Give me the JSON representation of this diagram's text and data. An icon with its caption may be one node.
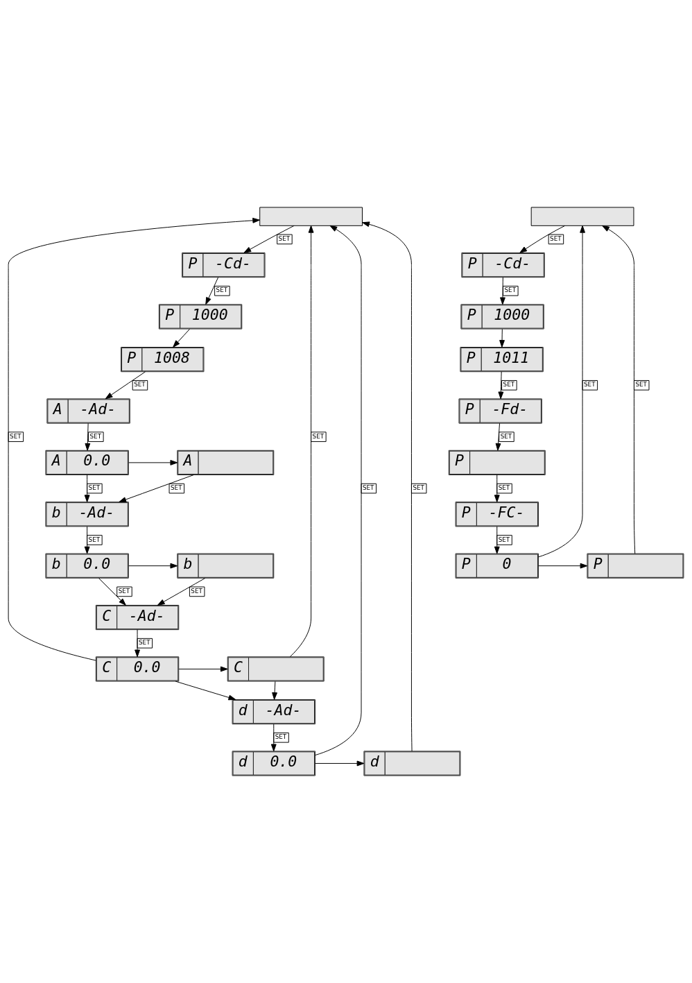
{
  "diagram": {
    "nodes": [
      {
        "text": [],
        "shape": "box"
      },
      {
        "text": [
          "P",
          "-Cd-"
        ]
      },
      {
        "text": [
          "P",
          "1000"
        ]
      },
      {
        "text": [
          "P",
          "1008"
        ]
      },
      {
        "text": [
          "A",
          "-Ad-"
        ]
      },
      {
        "text": [
          "A",
          "0.0"
        ]
      },
      {
        "text": [
          "A"
        ]
      },
      {
        "text": [
          "b",
          "-Ad-"
        ]
      },
      {
        "text": [
          "b",
          "0.0"
        ]
      },
      {
        "text": [
          "b"
        ]
      },
      {
        "text": [
          "C",
          "-Ad-"
        ]
      },
      {
        "text": [
          "C",
          "0.0"
        ]
      },
      {
        "text": [
          "C"
        ]
      },
      {
        "text": [
          "d"
        ]
      },
      {
        "text": [
          "d",
          "0.0"
        ]
      },
      {
        "text": [
          "d",
          "-Ad-"
        ]
      },
      {
        "text": [],
        "shape": "box"
      },
      {
        "text": [
          "P",
          "-Cd-"
        ]
      },
      {
        "text": [
          "P",
          "1000"
        ]
      },
      {
        "text": [
          "P",
          "1011"
        ]
      },
      {
        "text": [
          "P",
          "-Fd-"
        ]
      },
      {
        "text": [
          "P"
        ]
      },
      {
        "text": [
          "P",
          "-FC-"
        ]
      },
      {
        "text": [
          "P",
          "0"
        ]
      },
      {
        "text": [
          "P"
        ]
      }
    ],
    "edges": [
      {
        "from": 0,
        "to": 1,
        "arrow": "to",
        "label": "SET"
      },
      {
        "from": 1,
        "to": 2,
        "arrow": "to",
        "label": "SET"
      },
      {
        "from": 2,
        "to": 3,
        "arrow": "to"
      },
      {
        "from": 3,
        "to": 4,
        "arrow": "to",
        "label": "SET"
      },
      {
        "from": 4,
        "to": 5,
        "arrow": "to",
        "label": "SET"
      },
      {
        "from": 5,
        "to": 6,
        "arrow": "to"
      },
      {
        "from": 6,
        "to": 7,
        "arrow": "to",
        "label": "SET"
      },
      {
        "from": 5,
        "to": 7,
        "arrow": "to",
        "label": "SET"
      },
      {
        "from": 7,
        "to": 8,
        "arrow": "to",
        "label": "SET"
      },
      {
        "from": 8,
        "to": 9,
        "arrow": "to"
      },
      {
        "from": 9,
        "to": 10,
        "arrow": "to",
        "label": "SET"
      },
      {
        "from": 8,
        "to": 10,
        "arrow": "to",
        "label": "SET"
      },
      {
        "from": 10,
        "to": 11,
        "arrow": "to",
        "label": "SET"
      },
      {
        "from": 11,
        "to": 12,
        "arrow": "to"
      },
      {
        "from": 12,
        "to": 0,
        "arrow": "to",
        "label": "SET"
      },
      {
        "from": 11,
        "to": 0,
        "arrow": "to",
        "label": "SET"
      },
      {
        "from": 12,
        "to": 15,
        "arrow": "to"
      },
      {
        "from": 11,
        "to": 15,
        "arrow": "to"
      },
      {
        "from": 15,
        "to": 14,
        "arrow": "to",
        "label": "SET"
      },
      {
        "from": 14,
        "to": 13,
        "arrow": "to"
      },
      {
        "from": 13,
        "to": 0,
        "arrow": "to",
        "label": "SET"
      },
      {
        "from": 14,
        "to": 0,
        "arrow": "to",
        "label": "SET"
      },
      {
        "from": 16,
        "to": 17,
        "arrow": "to",
        "label": "SET"
      },
      {
        "from": 17,
        "to": 18,
        "arrow": "to",
        "label": "SET"
      },
      {
        "from": 18,
        "to": 19,
        "arrow": "to"
      },
      {
        "from": 19,
        "to": 20,
        "arrow": "to",
        "label": "SET"
      },
      {
        "from": 20,
        "to": 21,
        "arrow": "to",
        "label": "SET"
      },
      {
        "from": 21,
        "to": 22,
        "arrow": "to",
        "label": "SET"
      },
      {
        "from": 22,
        "to": 23,
        "arrow": "to",
        "label": "SET"
      },
      {
        "from": 23,
        "to": 24,
        "arrow": "to"
      },
      {
        "from": 24,
        "to": 16,
        "arrow": "to",
        "label": "SET"
      },
      {
        "from": 23,
        "to": 16,
        "arrow": "to",
        "label": "SET"
      }
    ]
  }
}
